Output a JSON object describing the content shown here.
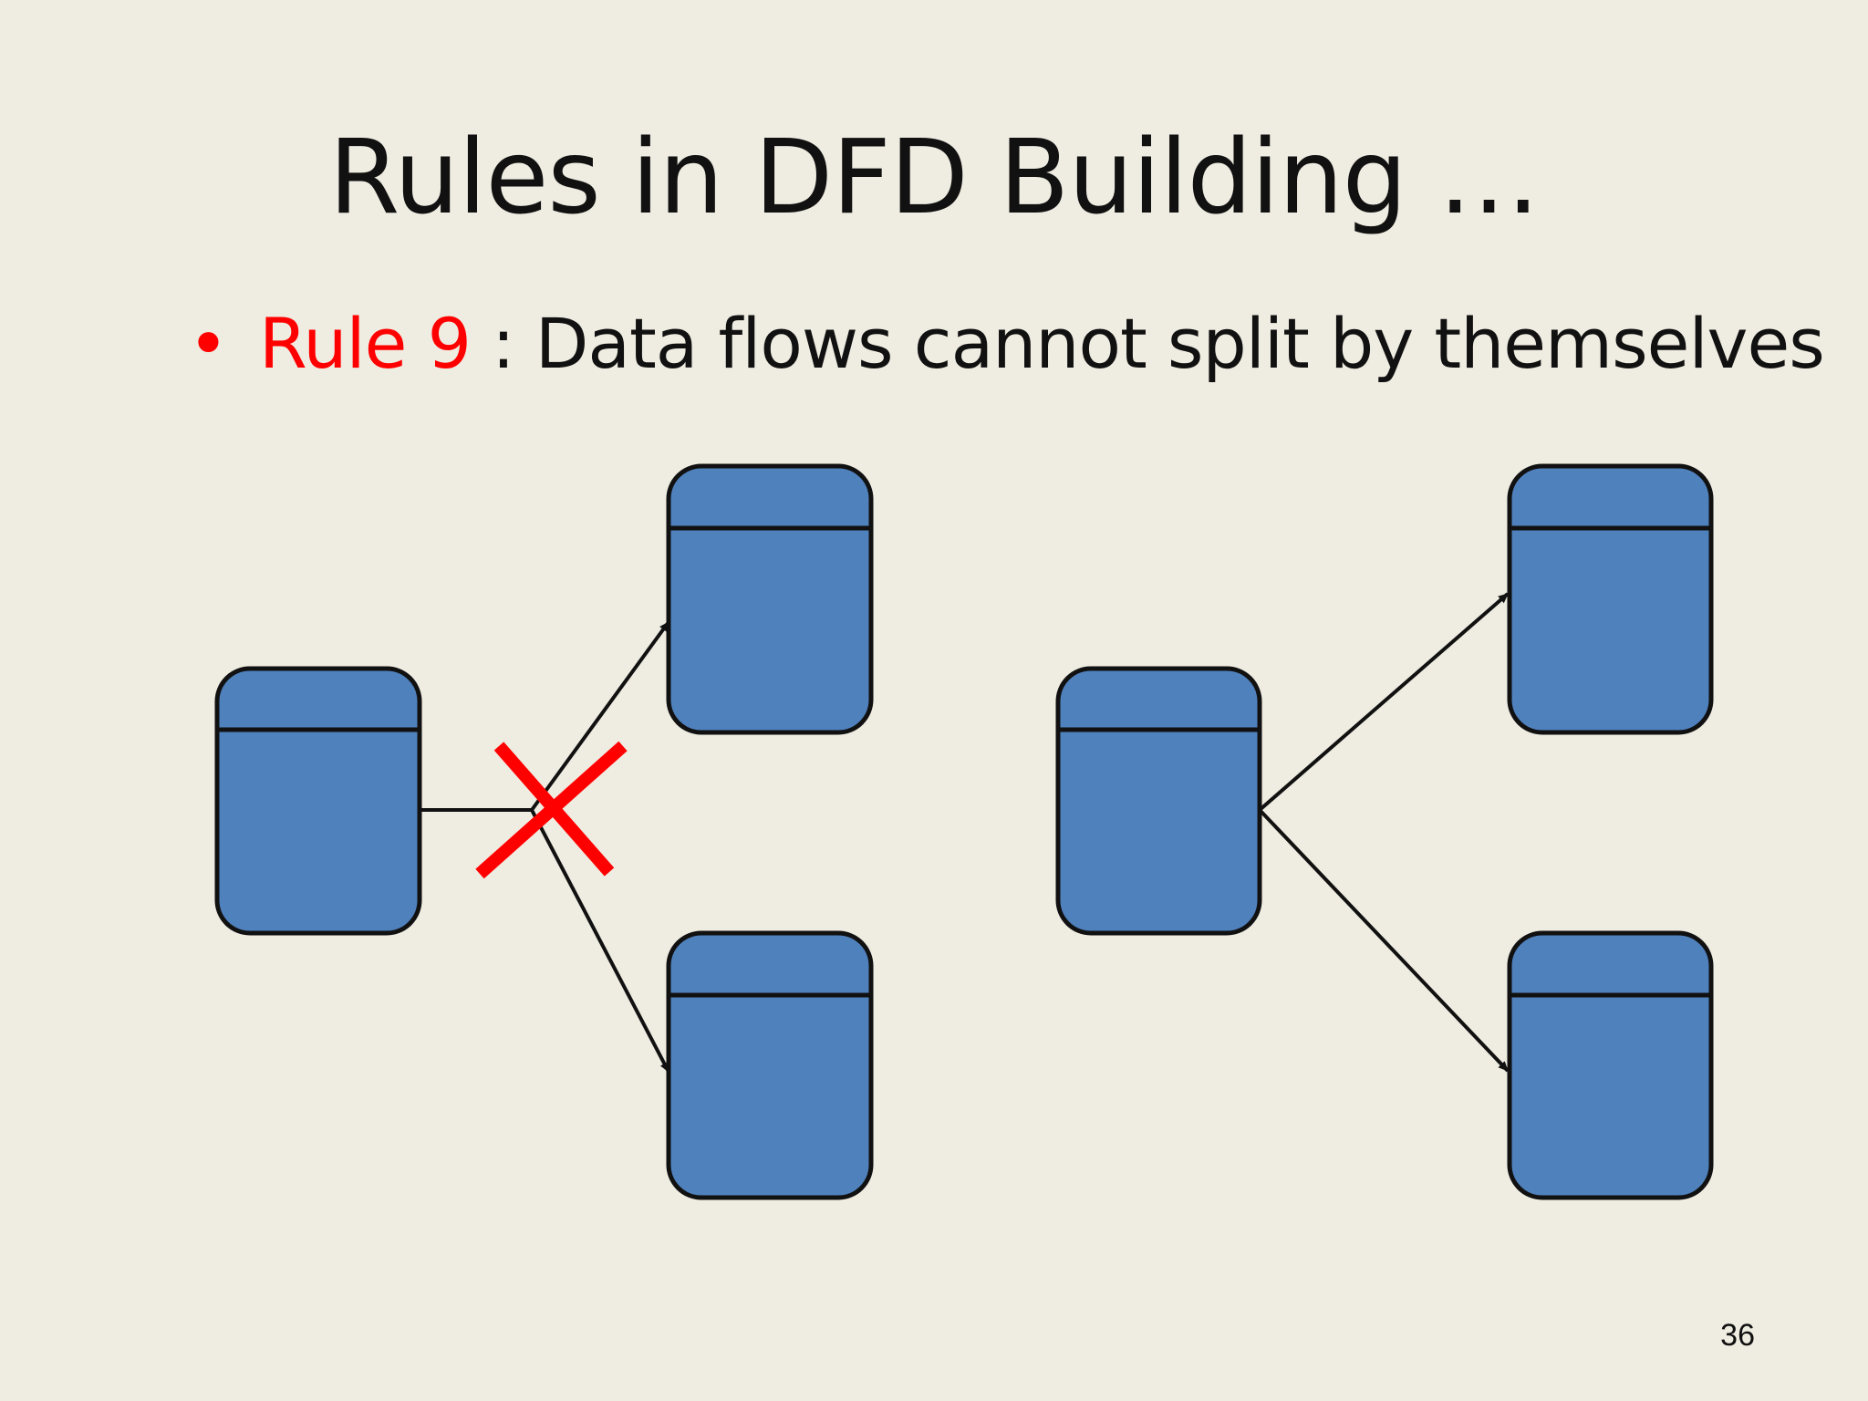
{
  "slide": {
    "title": "Rules in DFD Building …",
    "bullet": {
      "marker": "•",
      "rule_label": "Rule 9",
      "separator": " : ",
      "text": "Data flows cannot split by themselves"
    },
    "page_number": "36"
  },
  "colors": {
    "background": "#efece1",
    "box_fill": "#4f81bd",
    "stroke": "#111111",
    "accent_red": "#ff0000"
  },
  "diagram": {
    "left_example": {
      "status": "incorrect",
      "marker_icon": "red-x-icon"
    },
    "right_example": {
      "status": "correct"
    }
  }
}
